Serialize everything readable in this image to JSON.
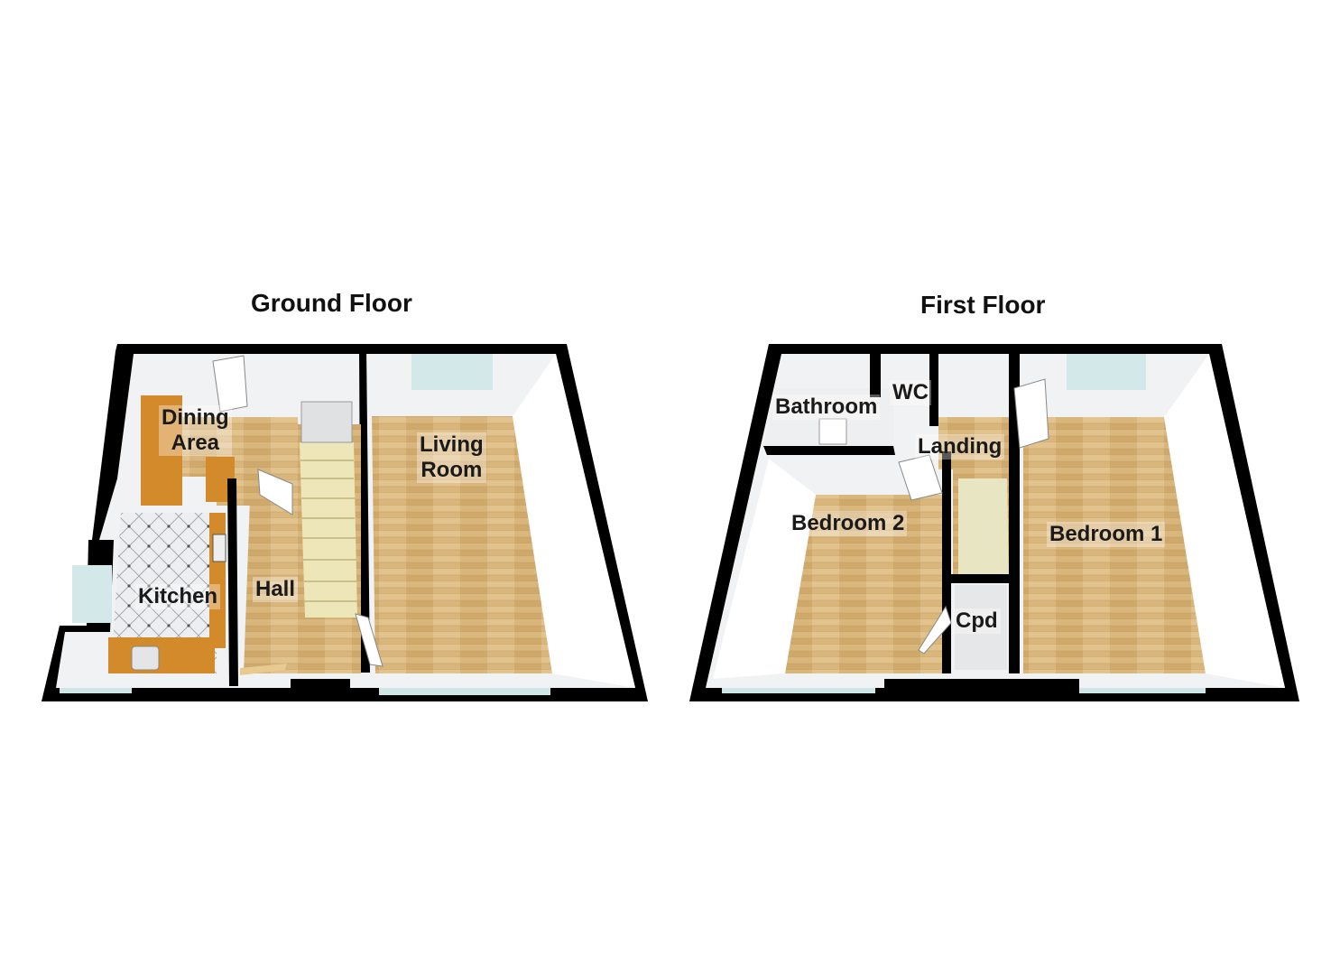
{
  "floors": [
    {
      "title": "Ground Floor",
      "rooms": {
        "dining": "Dining\nArea",
        "living": "Living\nRoom",
        "kitchen": "Kitchen",
        "hall": "Hall"
      }
    },
    {
      "title": "First Floor",
      "rooms": {
        "bathroom": "Bathroom",
        "wc": "WC",
        "landing": "Landing",
        "bedroom2": "Bedroom 2",
        "bedroom1": "Bedroom 1",
        "cpd": "Cpd"
      }
    }
  ],
  "colors": {
    "wall": "#000000",
    "floor_wood": "#d7b377",
    "floor_tile": "#e6e8ea",
    "inner_wall": "#f2f3f4",
    "window": "#cfe6e6"
  }
}
